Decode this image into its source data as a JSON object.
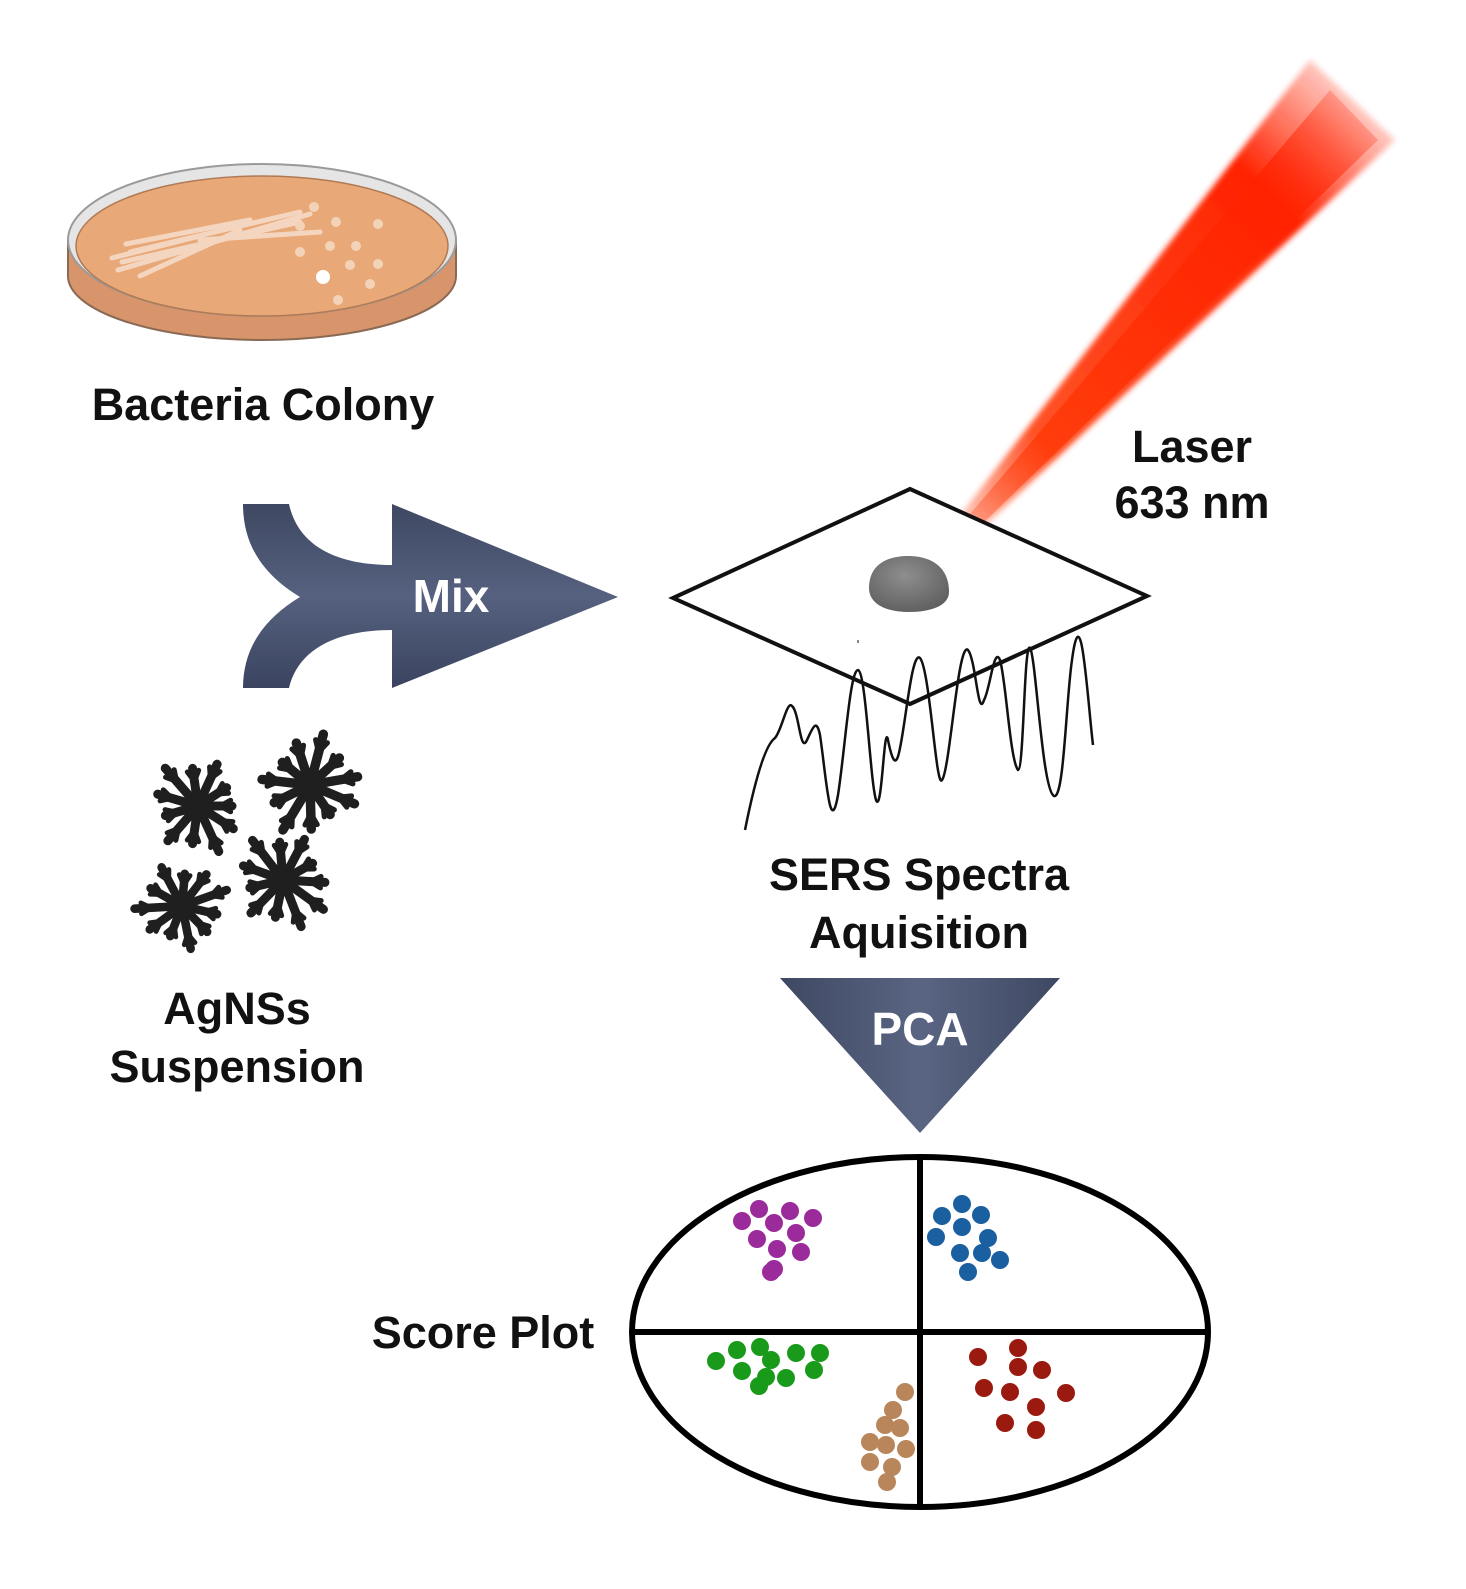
{
  "labels": {
    "bacteria_colony": "Bacteria Colony",
    "laser_line1": "Laser",
    "laser_line2": "633 nm",
    "mix": "Mix",
    "sers_line1": "SERS Spectra",
    "sers_line2": "Aquisition",
    "agnss_line1": "AgNSs",
    "agnss_line2": "Suspension",
    "pca": "PCA",
    "score_plot": "Score Plot"
  },
  "colors": {
    "arrow": "#4a5572",
    "laser": "#ff2200",
    "agar": "#e8a878",
    "cluster_purple": "#9b2a9b",
    "cluster_blue": "#1a5fa0",
    "cluster_green": "#1a9a1a",
    "cluster_tan": "#b8865a",
    "cluster_red": "#9a1a10"
  },
  "score_plot_clusters": [
    {
      "name": "purple-cluster",
      "color_key": "cluster_purple"
    },
    {
      "name": "blue-cluster",
      "color_key": "cluster_blue"
    },
    {
      "name": "green-cluster",
      "color_key": "cluster_green"
    },
    {
      "name": "tan-cluster",
      "color_key": "cluster_tan"
    },
    {
      "name": "red-cluster",
      "color_key": "cluster_red"
    }
  ]
}
